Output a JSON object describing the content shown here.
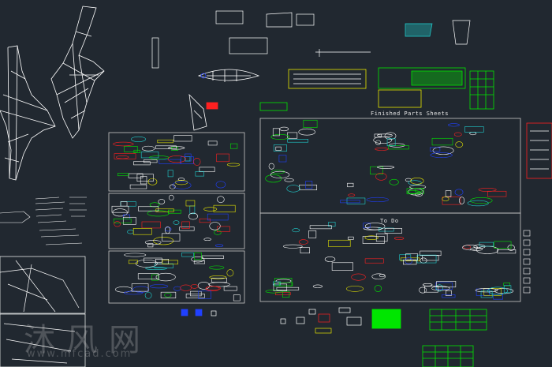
{
  "sheets": {
    "finished_title": "Finished Parts Sheets",
    "todo_title": "To Do"
  },
  "watermark": {
    "text": "沐风网",
    "url": "www.mfcad.com"
  },
  "colors": {
    "background": "#212830",
    "linework": "#ffffff",
    "frame": "#c8c8c8",
    "highlight_yellow": "#e6e600",
    "highlight_green": "#00e600",
    "accent_red": "#ff2020",
    "accent_blue": "#2040ff",
    "accent_cyan": "#20d0d0"
  }
}
